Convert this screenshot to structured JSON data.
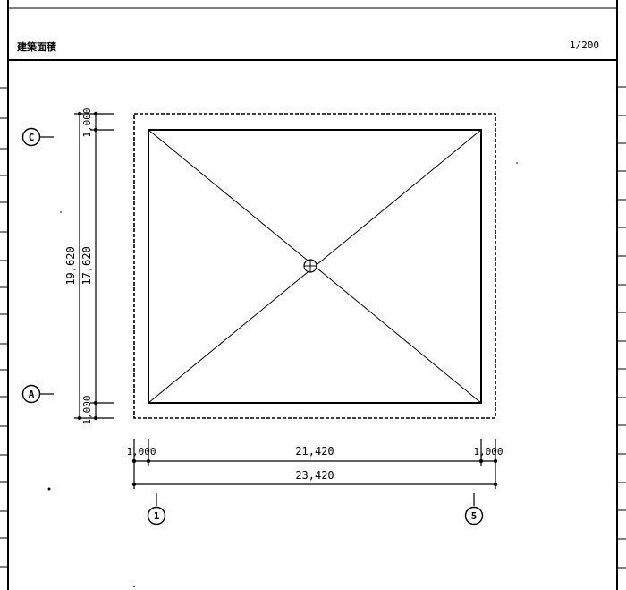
{
  "sheet": {
    "title": "建築面積",
    "scale": "1/200"
  },
  "grid": {
    "rows": [
      "C",
      "A"
    ],
    "cols": [
      "1",
      "5"
    ]
  },
  "dims": {
    "left_top_offset": "1,000",
    "left_inner": "17,620",
    "left_overall": "19,620",
    "left_bottom_offset": "1,000",
    "bottom_left_offset": "1,000",
    "bottom_inner": "21,420",
    "bottom_right_offset": "1,000",
    "bottom_overall": "23,420"
  }
}
